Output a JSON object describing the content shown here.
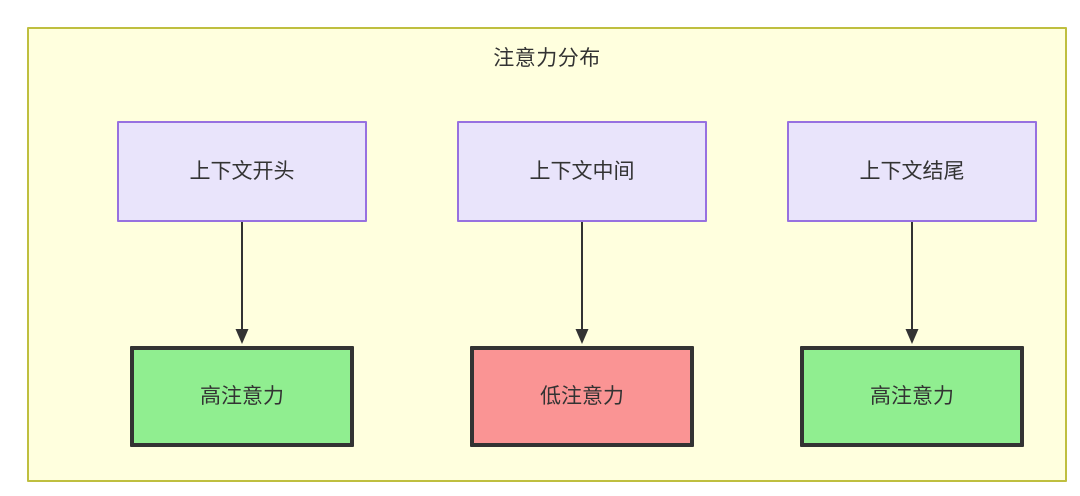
{
  "diagram": {
    "title": "注意力分布",
    "background_color": "#ffffde",
    "border_color": "#bfbf3f",
    "top_nodes": [
      {
        "id": "context-start",
        "label": "上下文开头",
        "fill": "#e9e4fb",
        "stroke": "#9771e0"
      },
      {
        "id": "context-middle",
        "label": "上下文中间",
        "fill": "#e9e4fb",
        "stroke": "#9771e0"
      },
      {
        "id": "context-end",
        "label": "上下文结尾",
        "fill": "#e9e4fb",
        "stroke": "#9771e0"
      }
    ],
    "bottom_nodes": [
      {
        "id": "high-attention-start",
        "label": "高注意力",
        "fill": "#90ee90",
        "stroke": "#333333"
      },
      {
        "id": "low-attention-middle",
        "label": "低注意力",
        "fill": "#fa9494",
        "stroke": "#333333"
      },
      {
        "id": "high-attention-end",
        "label": "高注意力",
        "fill": "#90ee90",
        "stroke": "#333333"
      }
    ],
    "edges": [
      {
        "from": "context-start",
        "to": "high-attention-start",
        "label": "",
        "style": "solid-arrow"
      },
      {
        "from": "context-middle",
        "to": "low-attention-middle",
        "label": "",
        "style": "solid-arrow"
      },
      {
        "from": "context-end",
        "to": "high-attention-end",
        "label": "",
        "style": "solid-arrow"
      }
    ],
    "edge_color": "#333333"
  }
}
